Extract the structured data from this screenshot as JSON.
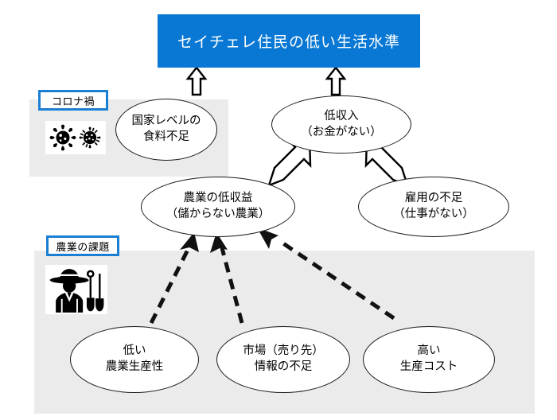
{
  "diagram": {
    "title_banner": {
      "text": "セイチェレ住民の低い生活水準",
      "background_color": "#0878d4",
      "text_color": "#ffffff"
    },
    "groups": [
      {
        "id": "corona",
        "label": "コロナ禍",
        "label_border_color": "#1b7fd4",
        "band_color": "#ebebeb",
        "icon": "virus-icon"
      },
      {
        "id": "agriculture",
        "label": "農業の課題",
        "label_border_color": "#1b7fd4",
        "band_color": "#ebebeb",
        "icon": "farmer-icon"
      }
    ],
    "nodes": [
      {
        "id": "food",
        "line1": "国家レベルの",
        "line2": "食料不足"
      },
      {
        "id": "income",
        "line1": "低収入",
        "line2": "（お金がない）"
      },
      {
        "id": "farmprof",
        "line1": "農業の低収益",
        "line2": "（儲からない農業）"
      },
      {
        "id": "jobs",
        "line1": "雇用の不足",
        "line2": "（仕事がない）"
      },
      {
        "id": "prod",
        "line1": "低い",
        "line2": "農業生産性"
      },
      {
        "id": "market",
        "line1": "市場（売り先）",
        "line2": "情報の不足"
      },
      {
        "id": "cost",
        "line1": "高い",
        "line2": "生産コスト"
      }
    ],
    "edges": [
      {
        "id": "food-to-title",
        "from": "food",
        "to": "title",
        "style": "block-arrow"
      },
      {
        "id": "income-to-title",
        "from": "income",
        "to": "title",
        "style": "block-arrow"
      },
      {
        "id": "farmprof-to-income",
        "from": "farmprof",
        "to": "income",
        "style": "block-arrow"
      },
      {
        "id": "jobs-to-income",
        "from": "jobs",
        "to": "income",
        "style": "block-arrow"
      },
      {
        "id": "prod-to-farmprof",
        "from": "prod",
        "to": "farmprof",
        "style": "dashed-arrow"
      },
      {
        "id": "market-to-farmprof",
        "from": "market",
        "to": "farmprof",
        "style": "dashed-arrow"
      },
      {
        "id": "cost-to-farmprof",
        "from": "cost",
        "to": "farmprof",
        "style": "dashed-arrow"
      }
    ]
  }
}
